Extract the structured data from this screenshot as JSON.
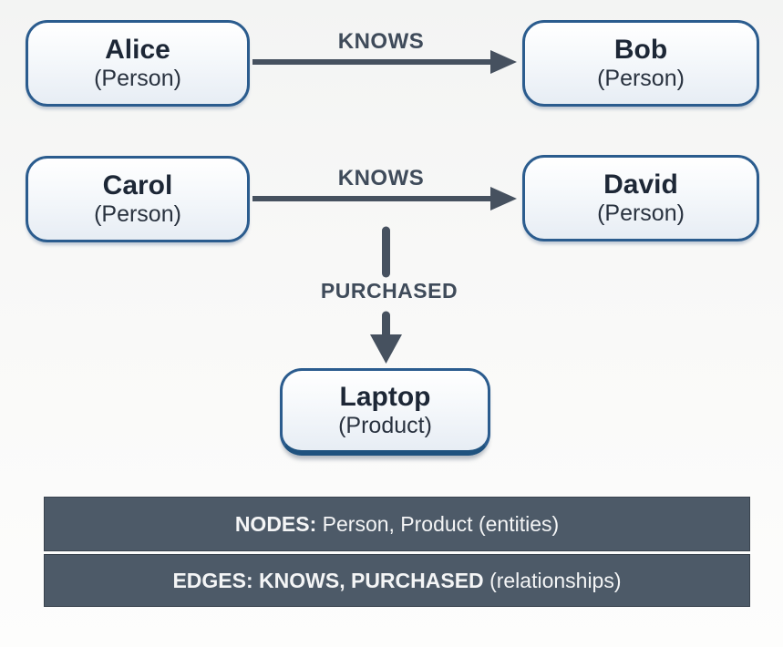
{
  "diagram": {
    "nodes": [
      {
        "name": "Alice",
        "type": "(Person)"
      },
      {
        "name": "Bob",
        "type": "(Person)"
      },
      {
        "name": "Carol",
        "type": "(Person)"
      },
      {
        "name": "David",
        "type": "(Person)"
      },
      {
        "name": "Laptop",
        "type": "(Product)"
      }
    ],
    "edges": [
      {
        "label": "KNOWS",
        "from": "Alice",
        "to": "Bob"
      },
      {
        "label": "KNOWS",
        "from": "Carol",
        "to": "David"
      },
      {
        "label": "PURCHASED",
        "from": "Carol-David edge",
        "to": "Laptop"
      }
    ]
  },
  "legend": {
    "nodes": {
      "label": "NODES:",
      "value": "Person, Product",
      "suffix": "(entities)"
    },
    "edges": {
      "label": "EDGES:",
      "value": "KNOWS, PURCHASED",
      "suffix": "(relationships)"
    }
  },
  "colors": {
    "node_border": "#2b5c8e",
    "node_fill_top": "#ffffff",
    "node_fill_bottom": "#e7edf4",
    "node_text": "#1d2736",
    "arrow": "#46515f",
    "edge_label_text": "#3f4b5a",
    "legend_background": "#4d5a68",
    "legend_text": "#f4f5f6",
    "page_background": "#f6f7f6"
  }
}
